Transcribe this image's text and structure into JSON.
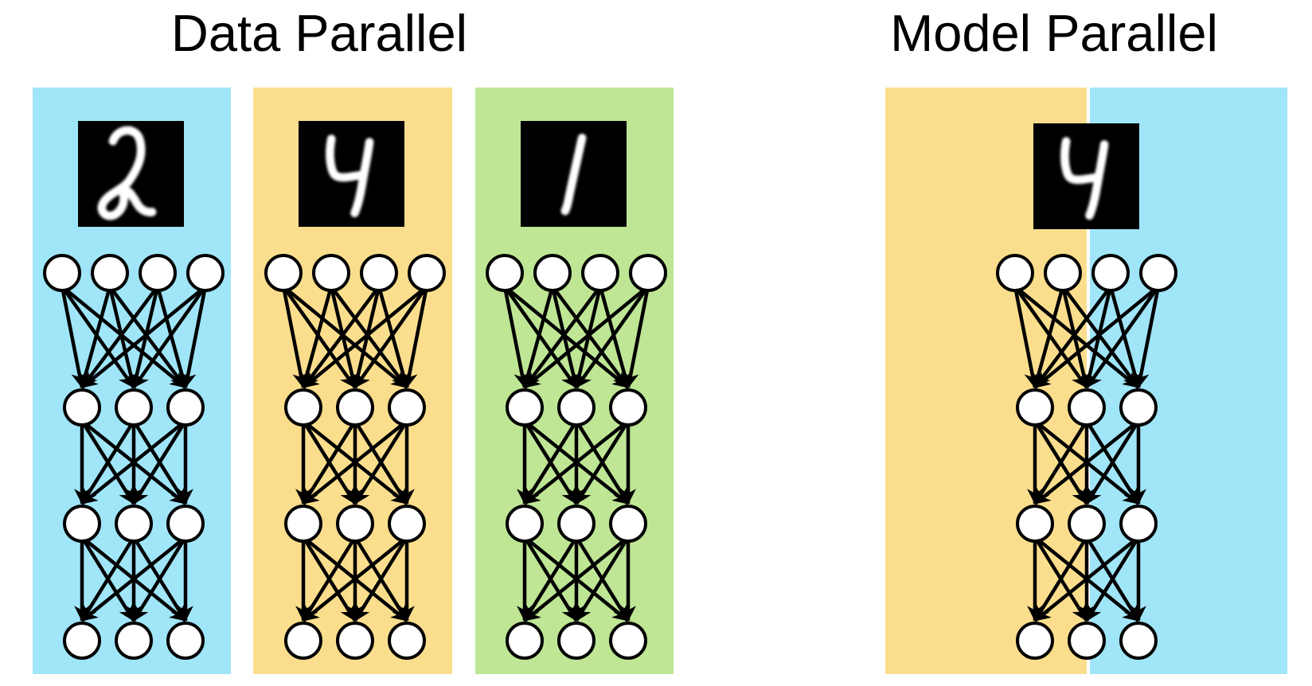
{
  "titles": {
    "data_parallel": "Data Parallel",
    "model_parallel": "Model Parallel"
  },
  "colors": {
    "shard_blue": "#A0E5F8",
    "shard_yellow": "#FBDE8D",
    "shard_green": "#BEE695",
    "panel_divider": "#FFFFFF",
    "node_fill": "#FFFFFF",
    "edge_black": "#000000",
    "digit_bg": "#000000",
    "digit_ink": "#FFFFFF"
  },
  "network": {
    "layers": [
      4,
      3,
      3,
      3
    ],
    "row_ys": [
      233,
      402,
      548,
      695
    ],
    "input_spacing": 60,
    "hidden_spacing": 65,
    "node_radius": 22,
    "edge_width": 4.5,
    "node_stroke_width": 4
  },
  "panels": [
    {
      "name": "data-shard-1",
      "group": "data_parallel",
      "digit": "2",
      "digit_label": "handwritten digit 2",
      "background": "shard_blue"
    },
    {
      "name": "data-shard-2",
      "group": "data_parallel",
      "digit": "4",
      "digit_label": "handwritten digit 4",
      "background": "shard_yellow"
    },
    {
      "name": "data-shard-3",
      "group": "data_parallel",
      "digit": "1",
      "digit_label": "handwritten digit 1",
      "background": "shard_green"
    },
    {
      "name": "model-parallel-split",
      "group": "model_parallel",
      "digit": "4",
      "digit_label": "handwritten digit 4",
      "background_left": "shard_yellow",
      "background_right": "shard_blue"
    }
  ]
}
